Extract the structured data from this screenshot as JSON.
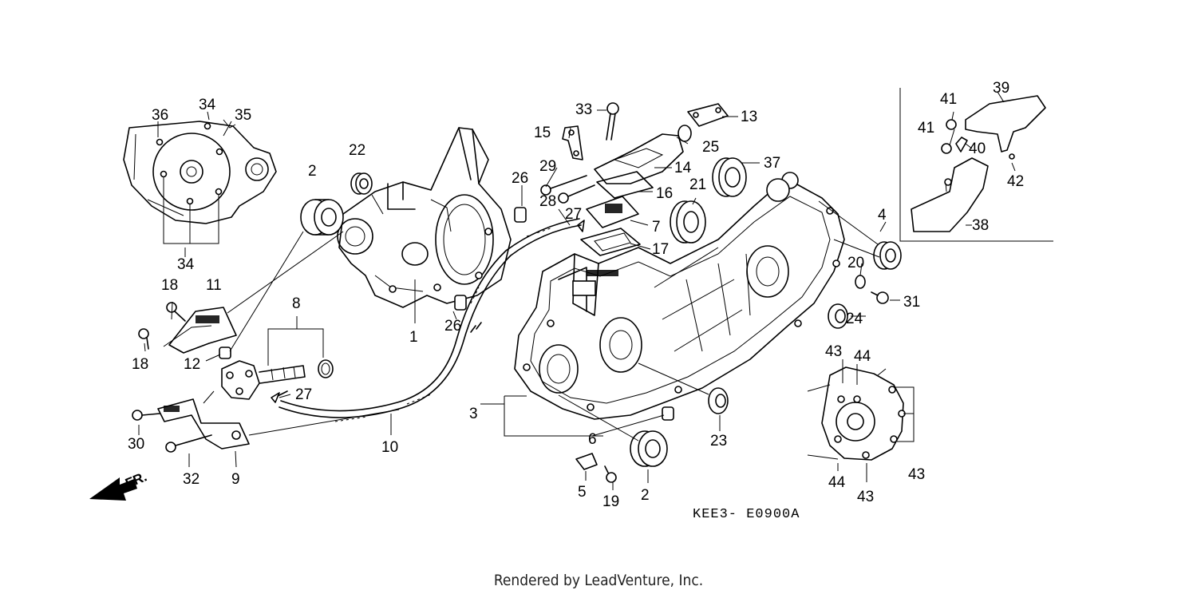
{
  "diagram_code": "KEE3- E0900A",
  "footer_text": "Rendered by LeadVenture, Inc.",
  "direction_marker": "FR.",
  "labels": [
    "36",
    "34",
    "35",
    "34",
    "18",
    "11",
    "8",
    "18",
    "12",
    "27",
    "30",
    "32",
    "9",
    "10",
    "2",
    "22",
    "1",
    "26",
    "26",
    "15",
    "33",
    "13",
    "25",
    "29",
    "14",
    "28",
    "16",
    "27",
    "7",
    "17",
    "21",
    "37",
    "4",
    "20",
    "31",
    "24",
    "3",
    "6",
    "5",
    "19",
    "2",
    "23",
    "43",
    "44",
    "44",
    "43",
    "43",
    "41",
    "41",
    "39",
    "40",
    "42",
    "38"
  ]
}
